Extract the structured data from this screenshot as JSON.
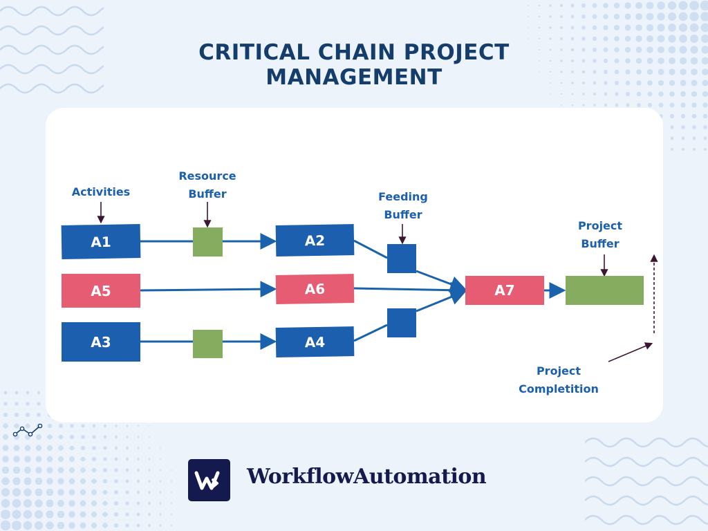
{
  "title": {
    "line1": "CRITICAL CHAIN PROJECT",
    "line2": "MANAGEMENT"
  },
  "diagram": {
    "nodes": {
      "a1": "A1",
      "a2": "A2",
      "a3": "A3",
      "a4": "A4",
      "a5": "A5",
      "a6": "A6",
      "a7": "A7"
    },
    "labels": {
      "activities": "Activities",
      "resource_buffer": "Resource Buffer",
      "feeding_buffer": "Feeding Buffer",
      "project_buffer": "Project Buffer",
      "project_completion": "Project Completition"
    }
  },
  "brand": {
    "name": "WorkflowAutomation",
    "logo_icon": "workflow-automation-logo"
  },
  "colors": {
    "navy": "#143d6b",
    "blue": "#1b5fae",
    "red": "#e65c73",
    "green": "#86ac60",
    "arrow": "#1b62ac",
    "pointer": "#3a1631",
    "background": "#edf3fb"
  }
}
